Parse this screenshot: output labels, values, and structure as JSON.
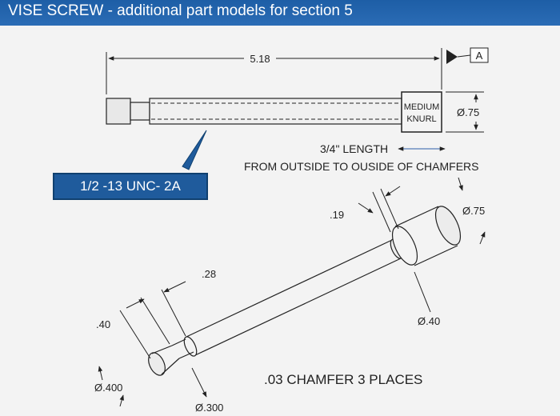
{
  "header": {
    "title": "VISE SCREW - additional part models for section 5"
  },
  "callout": {
    "thread": "1/2 -13 UNC- 2A"
  },
  "top_view": {
    "overall_length": "5.18",
    "datum": "A",
    "knurl_line1": "MEDIUM",
    "knurl_line2": "KNURL",
    "knurl_dia": "Ø.75",
    "knurl_length": "3/4\" LENGTH",
    "knurl_length_note": "FROM OUTSIDE TO OUSIDE OF CHAMFERS"
  },
  "iso_view": {
    "dim_19": ".19",
    "dim_75": "Ø.75",
    "dim_28": ".28",
    "dim_40_len": ".40",
    "dim_40_dia": "Ø.40",
    "dim_400": "Ø.400",
    "dim_300": "Ø.300",
    "chamfer_note": ".03 CHAMFER 3 PLACES"
  },
  "colors": {
    "header": "#2b6cb5",
    "callout": "#1f5b9c",
    "line": "#222222"
  }
}
